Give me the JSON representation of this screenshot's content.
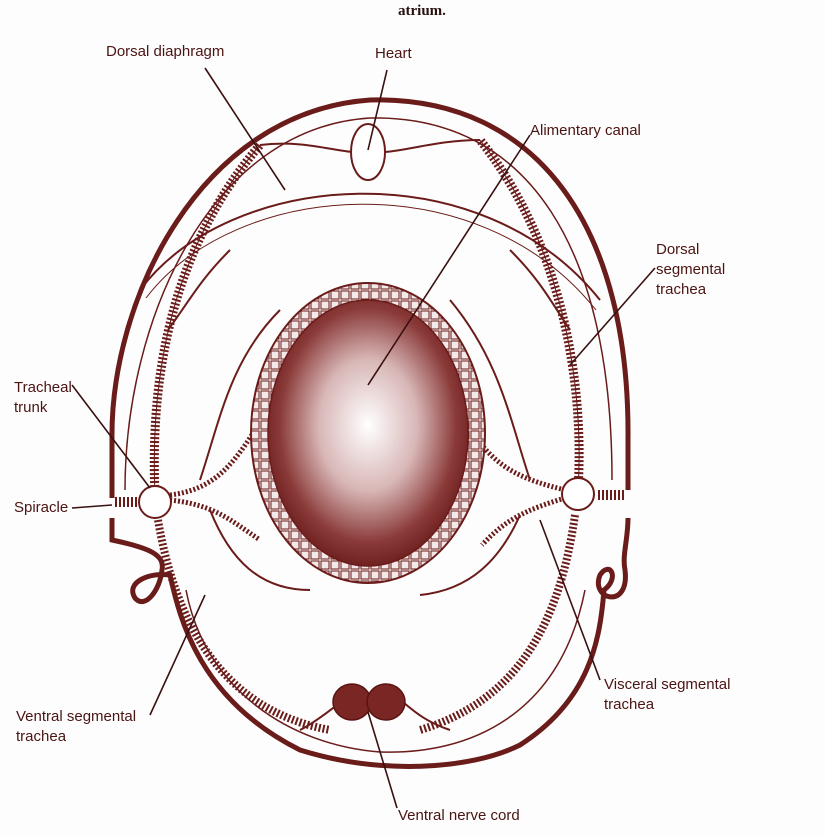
{
  "caption": "atrium.",
  "colors": {
    "ink": "#6a1c1a",
    "label": "#4a1412",
    "background": "#fdfdfd",
    "gut_center": "#ffffff"
  },
  "labels": {
    "dorsal_diaphragm": "Dorsal diaphragm",
    "heart": "Heart",
    "alimentary_canal": "Alimentary canal",
    "dorsal_segmental_trachea": "Dorsal segmental trachea",
    "tracheal_trunk": "Tracheal trunk",
    "spiracle": "Spiracle",
    "visceral_segmental_trachea": "Visceral segmental trachea",
    "ventral_segmental_trachea": "Ventral segmental trachea",
    "ventral_nerve_cord": "Ventral nerve cord"
  }
}
